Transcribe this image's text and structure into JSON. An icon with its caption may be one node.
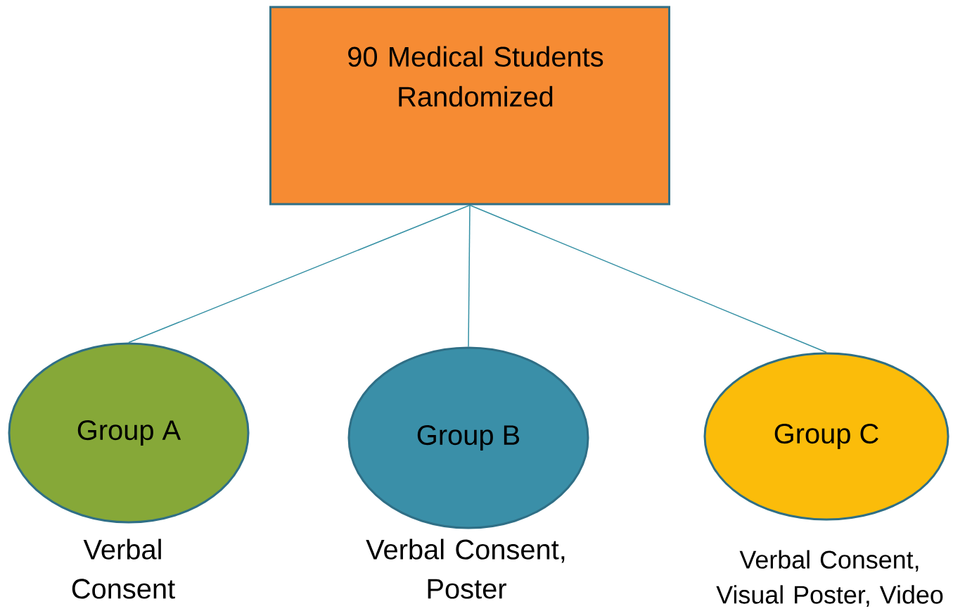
{
  "diagram": {
    "nodes": [
      {
        "text": [
          "90 Medical Students Randomized"
        ]
      },
      {
        "text": [
          "Group A"
        ],
        "beside": [
          "Verbal Consent"
        ]
      },
      {
        "text": [
          "Group B"
        ],
        "beside": [
          "Verbal Consent, Poster"
        ]
      },
      {
        "text": [
          "Group C"
        ],
        "beside": [
          "Verbal Consent, Visual Poster, Video"
        ]
      }
    ],
    "edges": [
      {
        "from": 0,
        "to": 1,
        "arrow": "none"
      },
      {
        "from": 0,
        "to": 2,
        "arrow": "none"
      },
      {
        "from": 0,
        "to": 3,
        "arrow": "none"
      }
    ]
  }
}
